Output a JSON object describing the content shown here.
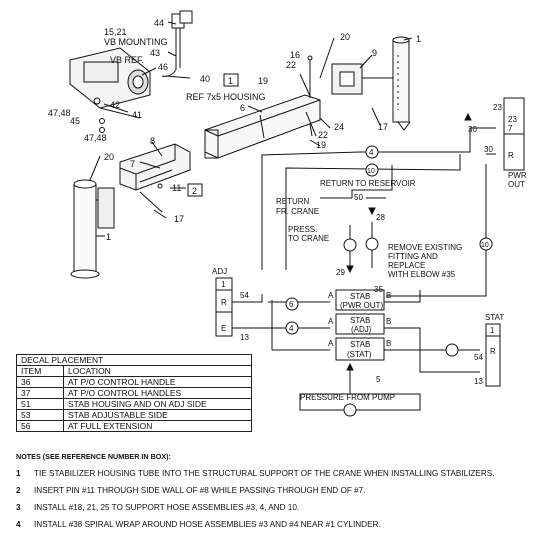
{
  "labels": {
    "mount_ref": "15,21",
    "vb_mounting": "VB MOUNTING",
    "vb_ref": "VB REF.",
    "n44": "44",
    "n43": "43",
    "n46": "46",
    "n40": "40",
    "n42": "42",
    "n47_48_a": "47,48",
    "n45": "45",
    "n41": "41",
    "n47_48_b": "47,48",
    "box1": "1",
    "ref_housing": "REF 7x5 HOUSING",
    "n19_a": "19",
    "n6": "6",
    "n16": "16",
    "n22_a": "22",
    "n20_a": "20",
    "n9": "9",
    "n1_a": "1",
    "n17_a": "17",
    "n24": "24",
    "n22_b": "22",
    "n19_b": "19",
    "n8": "8",
    "n20_b": "20",
    "n7": "7",
    "n11": "11",
    "box2": "2",
    "n17_b": "17",
    "n1_b": "1",
    "return_to_reservoir": "RETURN TO RESERVOIR",
    "return_fr_crane_1": "RETURN",
    "return_fr_crane_2": "FR. CRANE",
    "press_to_crane_1": "PRESS.",
    "press_to_crane_2": "TO CRANE",
    "remove_fitting_1": "REMOVE EXISTING",
    "remove_fitting_2": "FITTING AND",
    "remove_fitting_3": "REPLACE",
    "remove_fitting_4": "WITH ELBOW #35",
    "n50": "50",
    "n28": "28",
    "n29": "29",
    "n35": "35",
    "circ4_top": "4",
    "circ10_top": "10",
    "circ6": "6",
    "circ4_mid": "4",
    "circ10_right": "10",
    "adj": "ADJ",
    "adj_1": "1",
    "adj_r": "R",
    "adj_e": "E",
    "n54_a": "54",
    "n13_a": "13",
    "stab_pwr_1": "STAB",
    "stab_pwr_2": "(PWR OUT)",
    "stab_adj_1": "STAB",
    "stab_adj_2": "(ADJ)",
    "stab_stat_1": "STAB",
    "stab_stat_2": "(STAT)",
    "port_a1": "A",
    "port_b1": "B",
    "port_a2": "A",
    "port_b2": "B",
    "port_a3": "A",
    "port_b3": "B",
    "n5": "5",
    "pressure_from_pump": "PRESSURE FROM PUMP",
    "pwr_out_1": "PWR",
    "pwr_out_2": "OUT",
    "pwr_23_a": "23",
    "pwr_23_b": "23",
    "pwr_7": "7",
    "pwr_r": "R",
    "n30_a": "30",
    "n30_b": "30",
    "stat": "STAT",
    "stat_1": "1",
    "stat_r": "R",
    "n54_b": "54",
    "n13_b": "13"
  },
  "decal_table": {
    "title": "DECAL PLACEMENT",
    "headers": [
      "ITEM",
      "LOCATION"
    ],
    "rows": [
      [
        "36",
        "AT P/O CONTROL HANDLE"
      ],
      [
        "37",
        "AT P/O CONTROL HANDLES"
      ],
      [
        "51",
        "STAB HOUSING AND ON ADJ SIDE"
      ],
      [
        "53",
        "STAB ADJUSTABLE SIDE"
      ],
      [
        "56",
        "AT FULL EXTENSION"
      ]
    ]
  },
  "notes": {
    "title": "NOTES (SEE REFERENCE NUMBER IN BOX):",
    "items": [
      {
        "num": "1",
        "text": "TIE STABILIZER HOUSING TUBE INTO THE STRUCTURAL SUPPORT OF THE CRANE WHEN INSTALLING STABILIZERS."
      },
      {
        "num": "2",
        "text": "INSERT PIN #11 THROUGH SIDE WALL OF #8 WHILE PASSING THROUGH END OF #7."
      },
      {
        "num": "3",
        "text": "INSTALL #18, 21, 25 TO SUPPORT HOSE ASSEMBLIES #3, 4, AND 10."
      },
      {
        "num": "4",
        "text": "INSTALL #38 SPIRAL WRAP AROUND HOSE ASSEMBLIES #3 AND #4 NEAR #1 CYLINDER."
      }
    ]
  }
}
